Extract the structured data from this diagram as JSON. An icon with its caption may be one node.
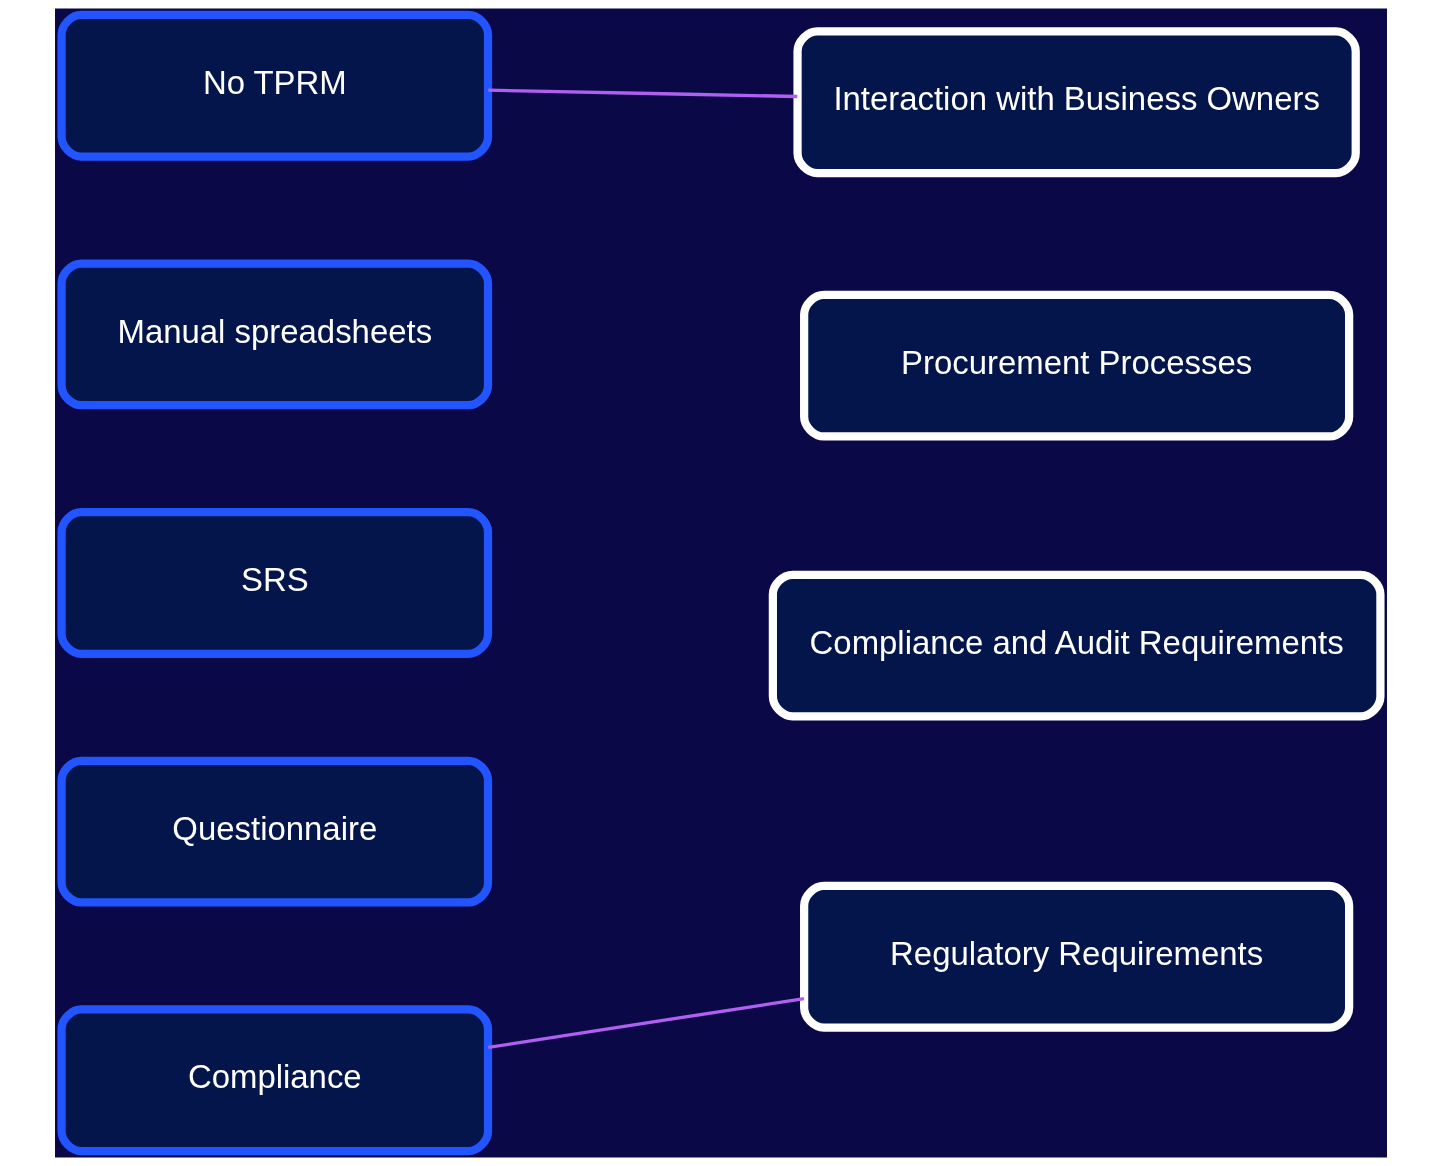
{
  "diagram": {
    "nodes": [
      {
        "text": [
          "No TPRM"
        ]
      },
      {
        "text": [
          "Manual spreadsheets"
        ]
      },
      {
        "text": [
          "SRS"
        ]
      },
      {
        "text": [
          "Questionnaire"
        ]
      },
      {
        "text": [
          "Compliance"
        ]
      },
      {
        "text": [
          "Interaction with Business Owners"
        ]
      },
      {
        "text": [
          "Procurement Processes"
        ]
      },
      {
        "text": [
          "Compliance and Audit Requirements"
        ]
      },
      {
        "text": [
          "Regulatory Requirements"
        ]
      }
    ],
    "edges": [
      {
        "from": 0,
        "to": 5,
        "arrow": "none"
      },
      {
        "from": 4,
        "to": 8,
        "arrow": "none"
      }
    ]
  }
}
